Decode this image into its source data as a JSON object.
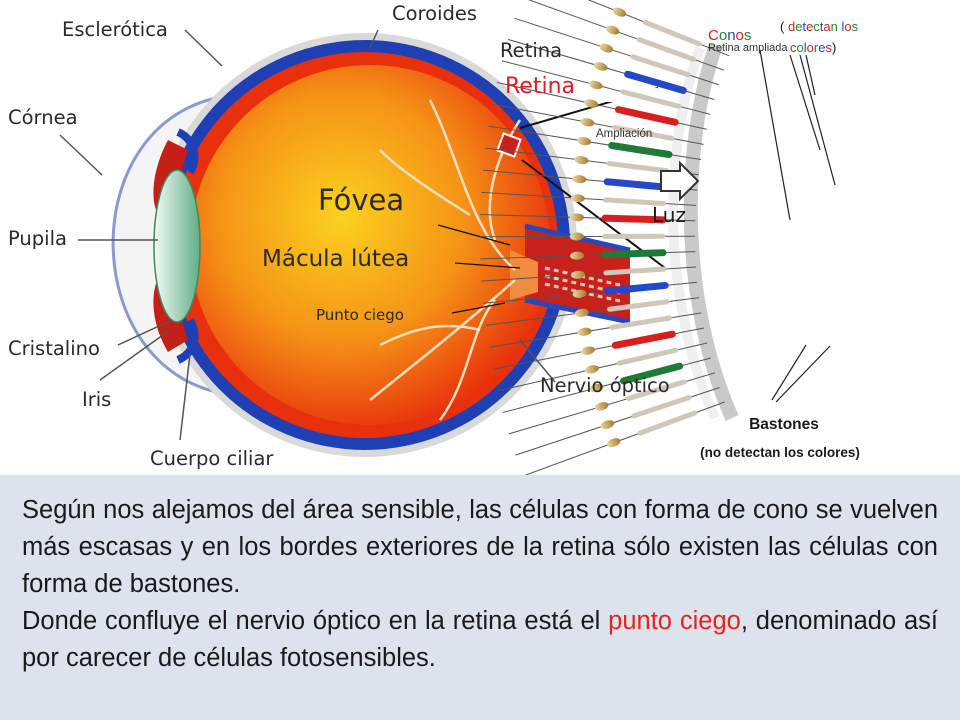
{
  "labels": {
    "esclerotica": "Esclerótica",
    "coroides": "Coroides",
    "retina_top": "Retina",
    "cornea": "Córnea",
    "pupila": "Pupila",
    "cristalino": "Cristalino",
    "iris": "Iris",
    "cuerpo_ciliar": "Cuerpo ciliar",
    "nervio_optico": "Nervio óptico",
    "retina_red": "Retina",
    "fovea": "Fóvea",
    "macula": "Mácula lútea",
    "punto_ciego": "Punto ciego",
    "ampliacion": "Ampliación",
    "retina_ampliada": "Retina ampliada",
    "luz": "Luz",
    "conos_word": "Conos",
    "conos_note_open": "( detectan los",
    "conos_note_close": "colores)",
    "bastones": "Bastones",
    "bastones_note": "(no detectan los colores)"
  },
  "colors": {
    "sclera": "#e9e9e9",
    "choroid": "#1f3fb4",
    "retina": "#e8300c",
    "vitreous": "#f39a18",
    "nerve": "#c8201a",
    "accent_red": "#e8231d",
    "panel_bg": "#dce3ec"
  },
  "text": {
    "para1": "Según nos alejamos del área sensible, las células con forma de cono  se vuelven más escasas y en los bordes exteriores de la retina sólo  existen las células con forma de bastones.",
    "para2_before": "Donde confluye el nervio óptico en la retina está el ",
    "para2_highlight": "punto  ciego",
    "para2_after": ", denominado así por carecer de células fotosensibles."
  }
}
